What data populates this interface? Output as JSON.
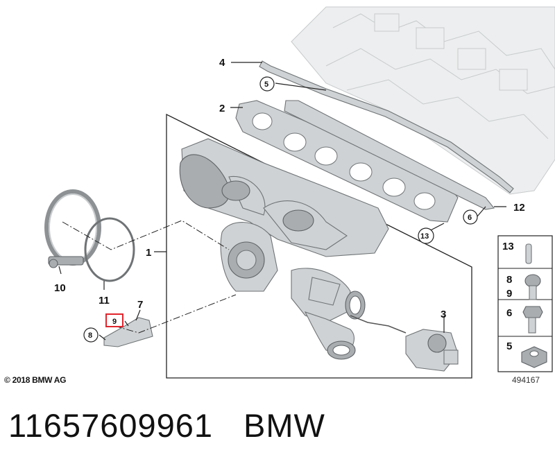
{
  "diagram": {
    "callouts": {
      "c1": "1",
      "c2": "2",
      "c3": "3",
      "c4": "4",
      "c5": "5",
      "c6": "6",
      "c7": "7",
      "c8": "8",
      "c9": "9",
      "c10": "10",
      "c11": "11",
      "c12": "12",
      "c13": "13"
    },
    "legend": {
      "l13": "13",
      "l8": "8",
      "l9": "9",
      "l6": "6",
      "l5": "5"
    },
    "highlight_color": "#e0242c",
    "copyright": "© 2018 BMW AG",
    "reference": "494167"
  },
  "footer": {
    "part_number": "11657609961",
    "brand": "BMW"
  }
}
